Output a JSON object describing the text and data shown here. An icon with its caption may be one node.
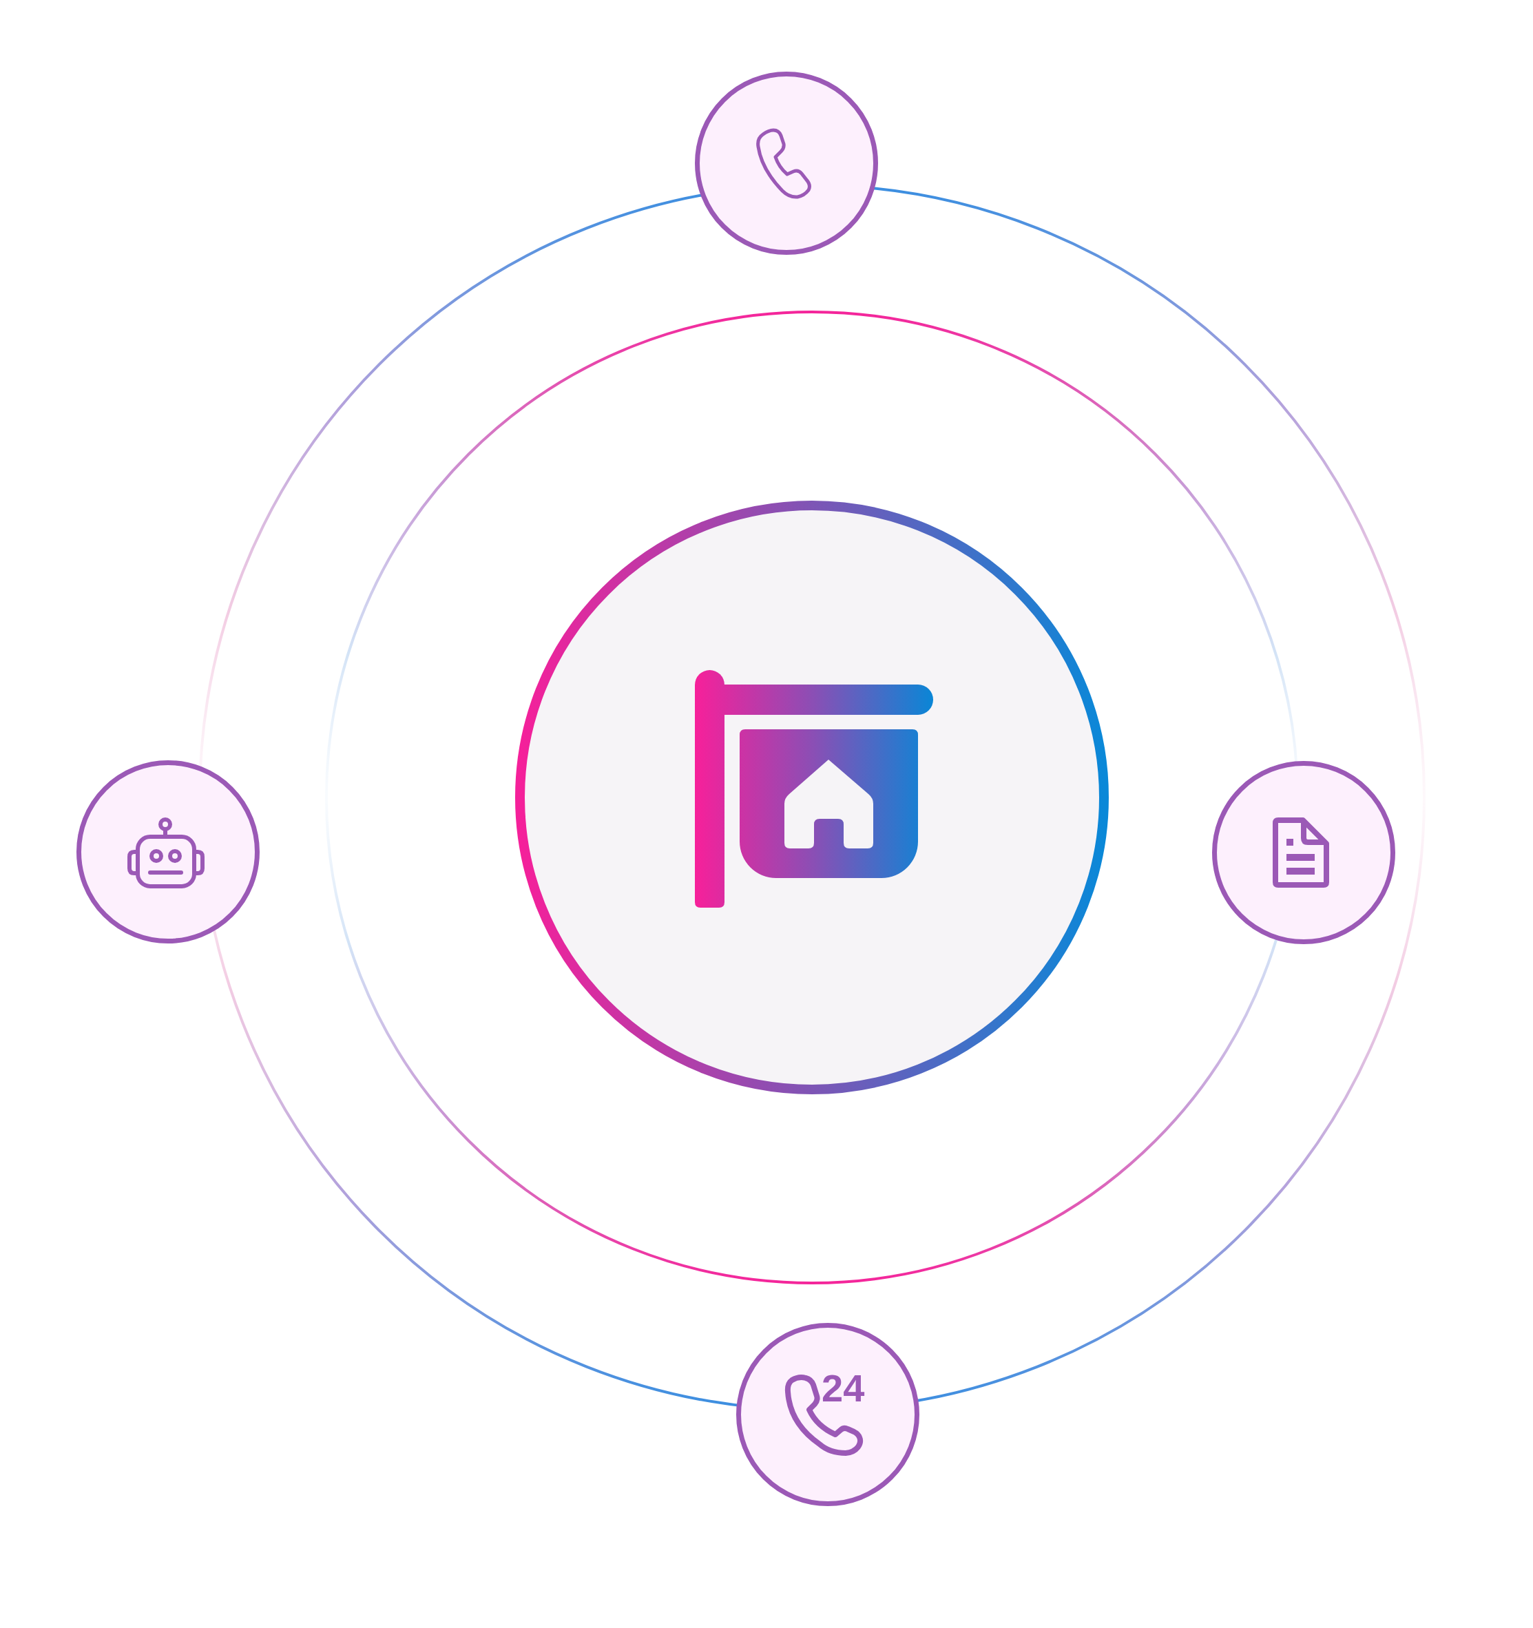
{
  "diagram": {
    "nodes": [
      {
        "text": [],
        "shape": "circle"
      },
      {
        "text": [],
        "shape": "circle"
      },
      {
        "text": [],
        "shape": "circle"
      },
      {
        "text": [],
        "shape": "circle"
      },
      {
        "text": [
          "24"
        ]
      }
    ]
  }
}
